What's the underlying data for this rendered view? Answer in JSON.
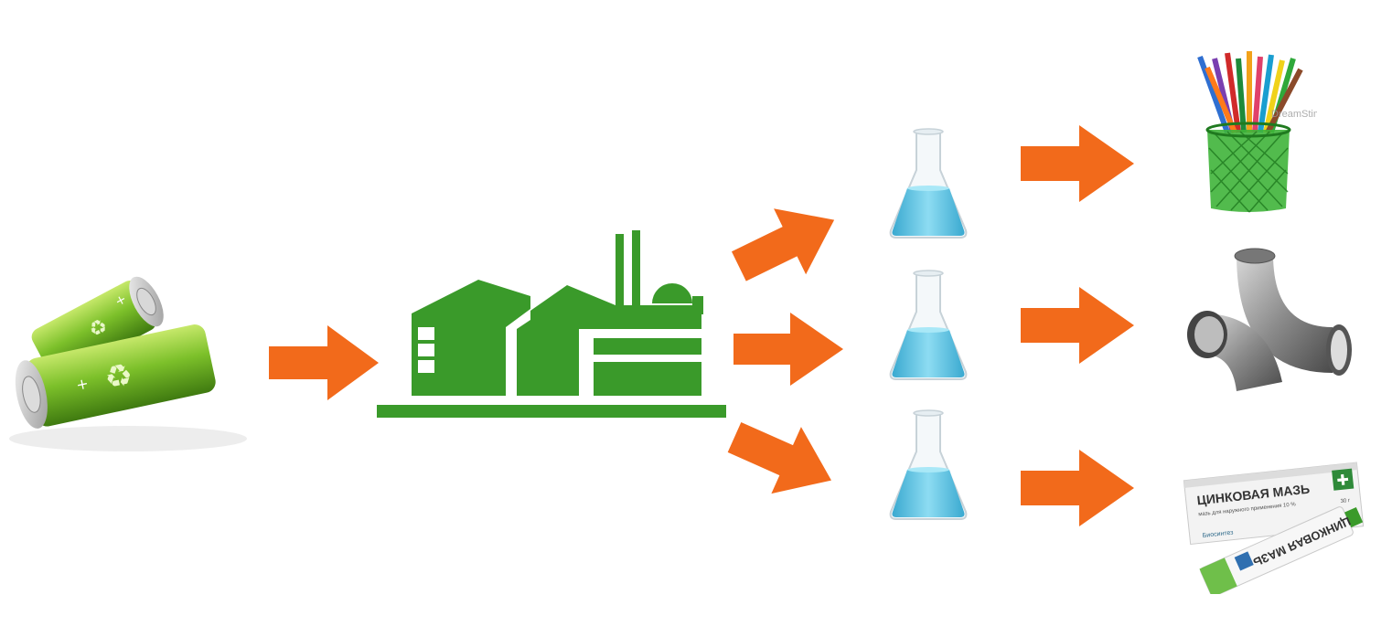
{
  "diagram": {
    "nodes": {
      "batteries": {
        "icon": "recycled-battery-icon"
      },
      "factory": {
        "icon": "factory-icon"
      },
      "flasks": [
        {
          "icon": "flask-icon"
        },
        {
          "icon": "flask-icon"
        },
        {
          "icon": "flask-icon"
        }
      ],
      "products": {
        "pencils": {
          "icon": "pencil-cup-icon",
          "watermark": "DreamStime"
        },
        "pipes": {
          "icon": "steel-pipe-elbow-icon"
        },
        "ointment": {
          "icon": "zinc-ointment-icon",
          "box_title": "ЦИНКОВАЯ МАЗЬ",
          "box_subtitle": "мазь для наружного применения 10 %",
          "box_weight": "30 г",
          "brand": "Биосинтез",
          "tube_title": "ЦИНКОВАЯ МАЗЬ"
        }
      }
    },
    "colors": {
      "arrow": "#f26a1b",
      "factory": "#3a9a2a",
      "battery": "#7cc02a",
      "flask_liquid": "#5ec6e6"
    }
  }
}
